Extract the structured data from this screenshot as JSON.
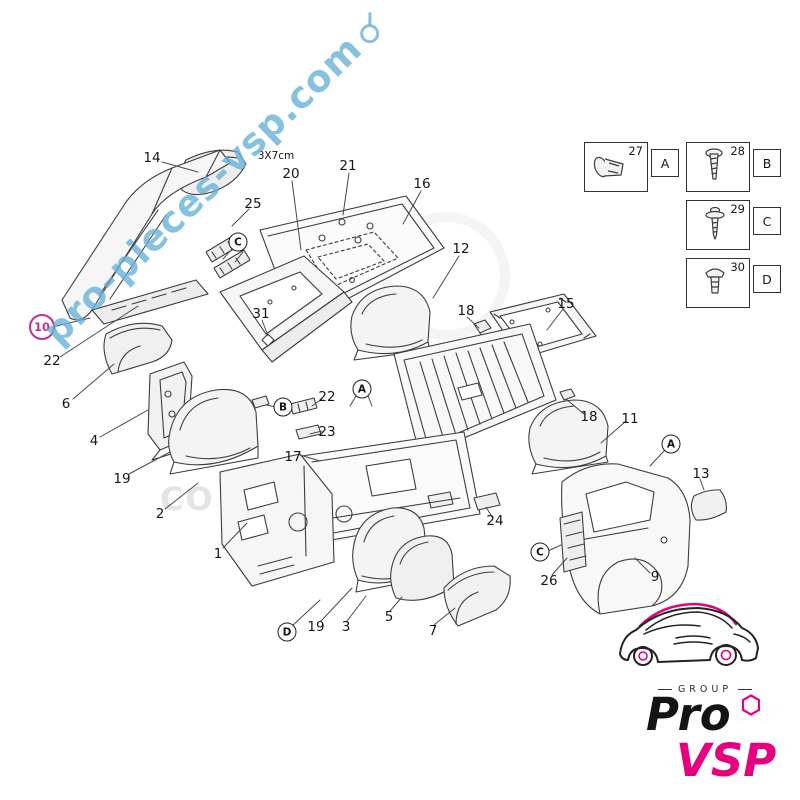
{
  "watermark": {
    "text": "pro-pieces-vsp.com",
    "symbol_icon": "circle-with-line",
    "color": "#68b2d8"
  },
  "faint_mark": "CO",
  "size_note": "3X7cm",
  "highlight": {
    "num": "10"
  },
  "parts": {
    "labels": [
      "14",
      "25",
      "20",
      "21",
      "16",
      "12",
      "18",
      "15",
      "31",
      "22",
      "6",
      "4",
      "19",
      "2",
      "1",
      "22",
      "23",
      "17",
      "18",
      "11",
      "13",
      "24",
      "26",
      "9",
      "5",
      "7",
      "3",
      "19"
    ]
  },
  "callouts": {
    "letters": [
      "C",
      "B",
      "A",
      "A",
      "C",
      "D"
    ]
  },
  "legend": {
    "items": [
      {
        "num": "27",
        "letter": "A",
        "icon": "trim-clip"
      },
      {
        "num": "28",
        "letter": "B",
        "icon": "screw"
      },
      {
        "num": "29",
        "letter": "C",
        "icon": "shouldered-screw"
      },
      {
        "num": "30",
        "letter": "D",
        "icon": "push-rivet"
      }
    ]
  },
  "logo": {
    "group": "GROUP",
    "name_top": "Pro",
    "name_bottom": "VSP",
    "nut_icon": "hex-nut",
    "car_icon": "car-sketch",
    "accent": "#e6007e"
  },
  "colors": {
    "line": "#3d3d3d",
    "watermark_blue": "#68b2d8",
    "highlight_magenta": "#c4308e",
    "logo_pink": "#e6007e"
  }
}
